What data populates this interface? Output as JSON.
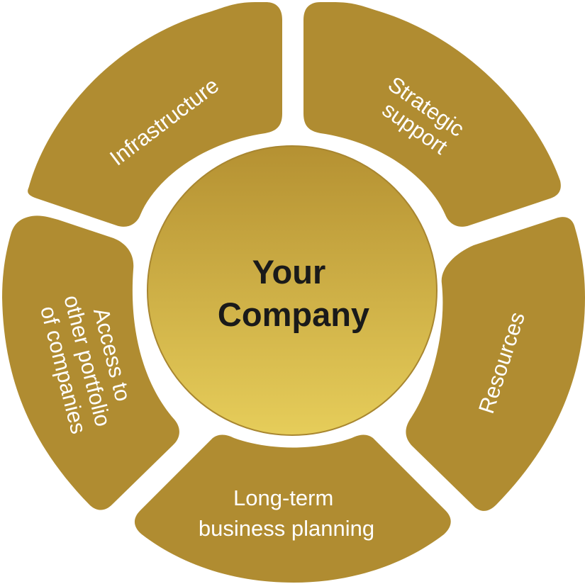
{
  "center": {
    "line1": "Your",
    "line2": "Company"
  },
  "segments": [
    {
      "lines": [
        "Infrastructure"
      ]
    },
    {
      "lines": [
        "Strategic",
        "support"
      ]
    },
    {
      "lines": [
        "Resources"
      ]
    },
    {
      "lines": [
        "Long-term",
        "business planning"
      ]
    },
    {
      "lines": [
        "Access to",
        "other portfolio",
        "of companies"
      ]
    }
  ],
  "colors": {
    "segment_fill": "#b08c31",
    "center_gradient_top": "#b59132",
    "center_gradient_bottom": "#e6cd5a",
    "center_stroke": "#a88630",
    "segment_text": "#ffffff",
    "center_text": "#1a1a1a"
  }
}
